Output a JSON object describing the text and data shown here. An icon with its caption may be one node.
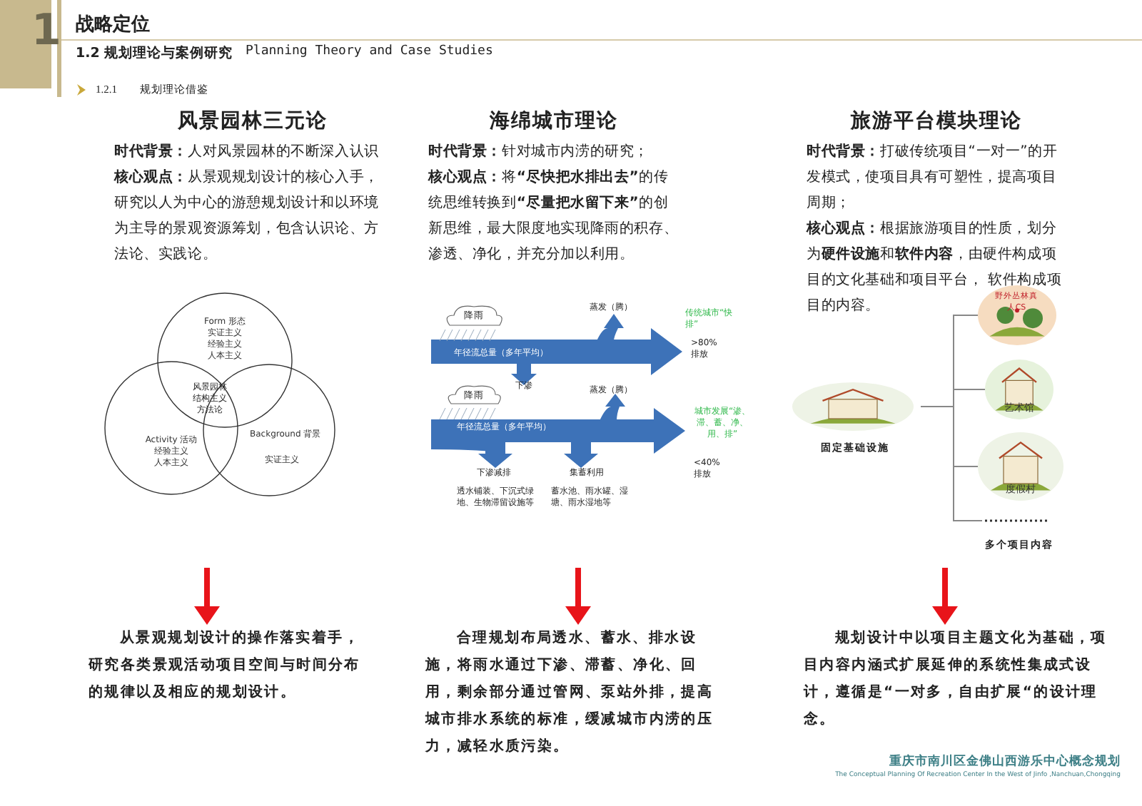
{
  "diagram": {
    "title": "战略定位",
    "nodes": [
      {
        "text": [
          "风景园林三元论",
          "**时代背景：**人对风景园林的不断深入认识",
          "**核心观点：**从景观规划设计的核心入手，研究以人为中心的游憩规划设计和以环境为主导的景观资源筹划，包含认识论、方法论、实践论。"
        ]
      },
      {
        "text": [
          "海绵城市理论",
          "**时代背景：**针对城市内涝的研究；",
          "**核心观点：**将**“尽快把水排出去”**的传统思维转换到**“尽量把水留下来”**的创新思维，最大限度地实现降雨的积存、渗透、净化，并充分加以利用。"
        ]
      },
      {
        "text": [
          "旅游平台模块理论",
          "**时代背景：**打破传统项目“一对一”的开发模式，使项目具有可塑性，提高项目周期；",
          "**核心观点：**根据旅游项目的性质，划分为**硬件设施**和**软件内容**，由硬件构成项目的文化基础和项目平台， 软件构成项目的内容。"
        ]
      },
      {
        "text": [
          "从景观规划设计的操作落实着手，研究各类景观活动项目空间与时间分布的规律以及相应的规划设计。"
        ]
      },
      {
        "text": [
          "合理规划布局透水、蓄水、排水设施，将雨水通过下渗、滞蓄、净化、回用，剩余部分通过管网、泵站外排，提高城市排水系统的标准，缓减城市内涝的压力，减轻水质污染。"
        ]
      },
      {
        "text": [
          "规划设计中以项目主题文化为基础，项目内容内涵式扩展延伸的系统性集成式设计，遵循是“一对多，自由扩展“的设计理念。"
        ]
      },
      {
        "text": [
          "Form 形态",
          "实证主义",
          "经验主义",
          "人本主义"
        ]
      },
      {
        "text": [
          "Activity 活动",
          "经验主义",
          "人本主义"
        ]
      },
      {
        "text": [
          "Background 背景",
          "实证主义"
        ]
      },
      {
        "text": [],
        "shape": "picture",
        "beside": [
          "固定基础设施"
        ]
      },
      {
        "text": [
          "野外丛林真人CS"
        ]
      },
      {
        "text": [
          "艺术馆"
        ]
      },
      {
        "text": [
          "度假村"
        ]
      },
      {
        "text": [],
        "shape": "line",
        "beside": [
          "多个项目内容"
        ]
      },
      {
        "text": [
          "降雨"
        ]
      },
      {
        "text": [
          "降雨"
        ]
      }
    ],
    "edges": [
      {
        "from": null,
        "to": 3,
        "arrow": "to",
        "style": "thick",
        "color": "#e8141a"
      },
      {
        "from": null,
        "to": 4,
        "arrow": "to",
        "style": "thick",
        "color": "#e8141a"
      },
      {
        "from": null,
        "to": 5,
        "arrow": "to",
        "style": "thick",
        "color": "#e8141a"
      },
      {
        "from": 9,
        "to": 10,
        "arrow": "none"
      },
      {
        "from": 9,
        "to": 11,
        "arrow": "none"
      },
      {
        "from": 9,
        "to": 12,
        "arrow": "none"
      },
      {
        "from": 9,
        "to": 13,
        "arrow": "none"
      }
    ],
    "labels": [
      "1",
      "1.2 规划理论与案例研究",
      "Planning Theory and Case Studies",
      "1.2.1",
      "规划理论借鉴",
      "风景园林",
      "结构主义",
      "方法论",
      "蒸发（腾）",
      "年径流总量（多年平均）",
      "传统城市“快排”",
      ">80% 排放",
      "下渗",
      "蒸发（腾）",
      "年径流总量（多年平均）",
      "城市发展“渗、滞、蓄、净、用、排”",
      "<40% 排放",
      "下渗减排",
      "集蓄利用",
      "透水铺装、下沉式绿地、生物滞留设施等",
      "蓄水池、雨水罐、湿塘、雨水湿地等",
      "重庆市南川区金佛山西游乐中心概念规划",
      "The Conceptual Planning Of Recreation Center In the West of Jinfo ,Nanchuan,Chongqing"
    ]
  }
}
